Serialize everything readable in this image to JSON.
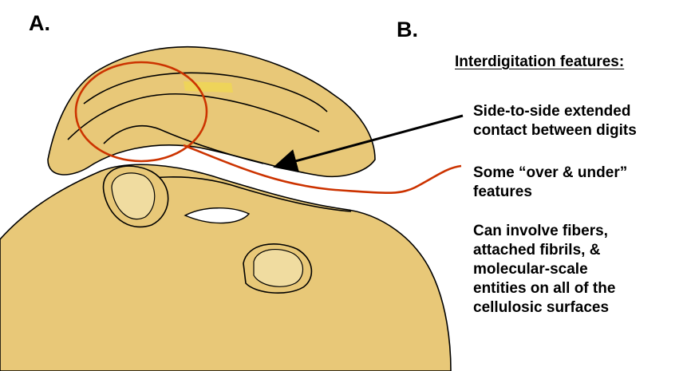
{
  "panels": {
    "a_label": "A.",
    "b_label": "B."
  },
  "heading": "Interdigitation features:",
  "features": [
    {
      "lines": [
        "Side-to-side extended",
        "contact between digits"
      ]
    },
    {
      "lines": [
        "Some “over & under”",
        "features"
      ]
    },
    {
      "lines": [
        "Can involve fibers,",
        "attached fibrils, &",
        "molecular-scale",
        "entities on all of the",
        "cellulosic surfaces"
      ]
    }
  ],
  "colors": {
    "skin": "#E8C878",
    "skin_stroke": "#000000",
    "nail": "#F0DCA0",
    "highlight": "#F0D850",
    "red_marker": "#CC3300",
    "arrow": "#000000"
  }
}
